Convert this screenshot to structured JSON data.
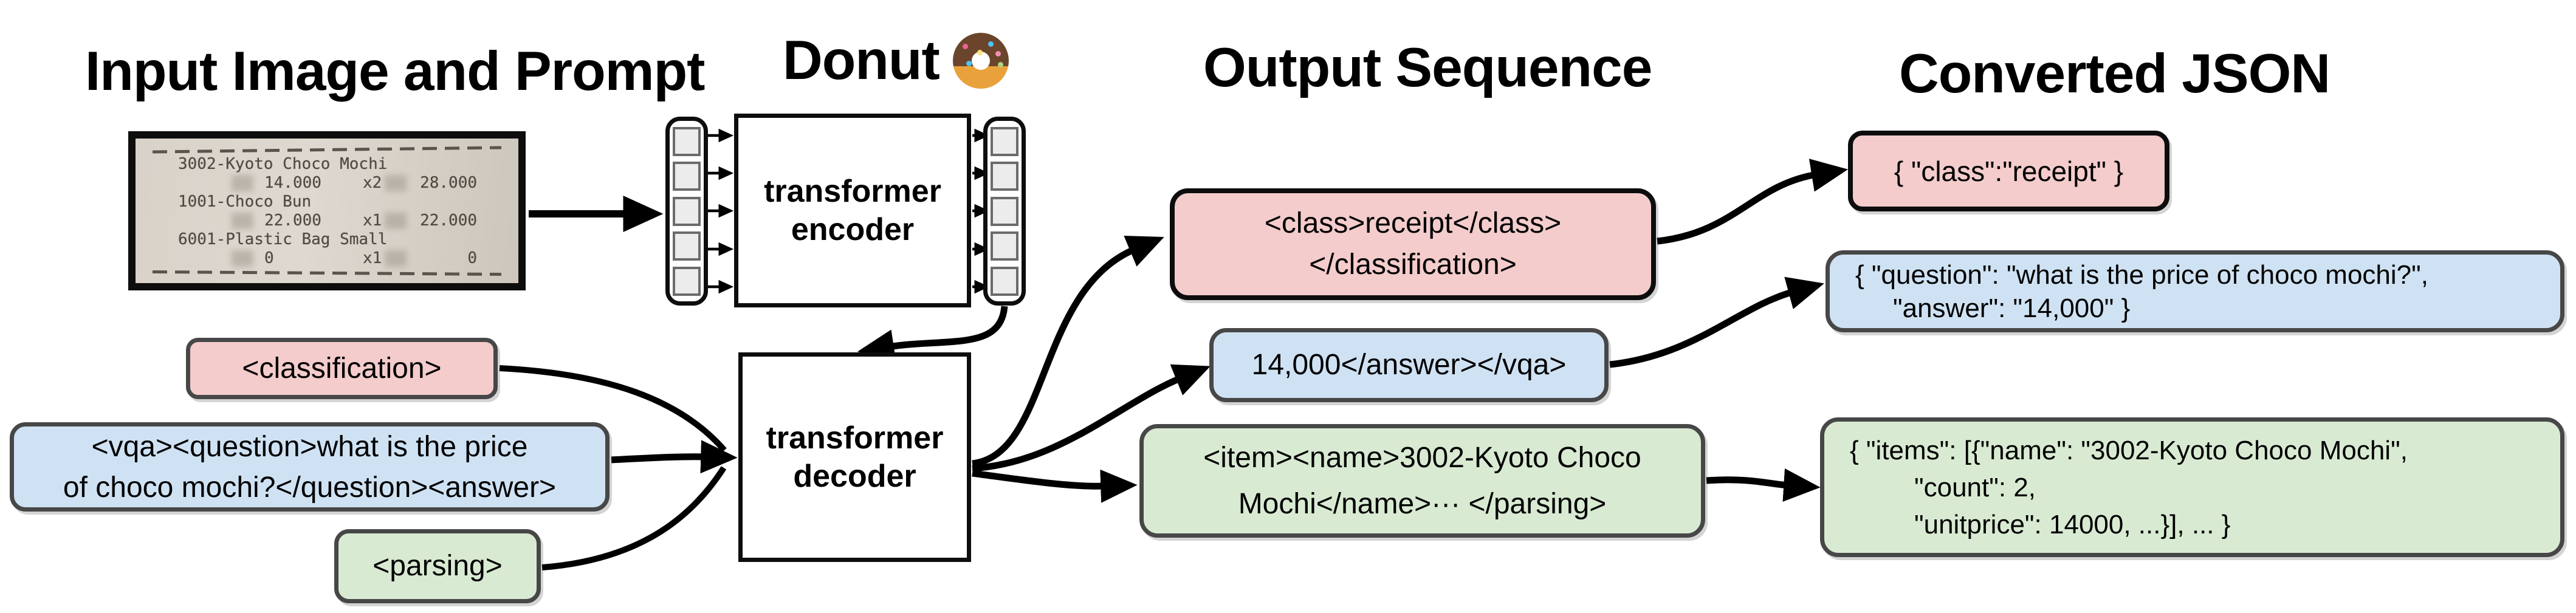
{
  "headers": {
    "input": "Input Image and Prompt",
    "model": "Donut",
    "model_emoji": "donut",
    "output": "Output Sequence",
    "json": "Converted JSON"
  },
  "receipt": {
    "rows": [
      {
        "type": "divider"
      },
      {
        "type": "name",
        "text": "3002-Kyoto Choco Mochi"
      },
      {
        "type": "price",
        "price": "14.000",
        "qty": "x2",
        "total": "28.000"
      },
      {
        "type": "name",
        "text": "1001-Choco Bun"
      },
      {
        "type": "price",
        "price": "22.000",
        "qty": "x1",
        "total": "22.000"
      },
      {
        "type": "name",
        "text": "6001-Plastic Bag Small"
      },
      {
        "type": "price",
        "price": "0",
        "qty": "x1",
        "total": "0"
      },
      {
        "type": "divider"
      }
    ]
  },
  "model": {
    "encoder_label_1": "transformer",
    "encoder_label_2": "encoder",
    "decoder_label_1": "transformer",
    "decoder_label_2": "decoder",
    "patch_count": 5
  },
  "prompts": {
    "classification": "<classification>",
    "vqa_line1": "<vqa><question>what is the price",
    "vqa_line2": "of choco mochi?</question><answer>",
    "parsing": "<parsing>"
  },
  "outputs": {
    "classification_line1": "<class>receipt</class>",
    "classification_line2": "</classification>",
    "vqa": "14,000</answer></vqa>",
    "parsing_line1": "<item><name>3002-Kyoto Choco",
    "parsing_line2": "Mochi</name>··· </parsing>"
  },
  "json_outputs": {
    "classification": "{ \"class\":\"receipt\" }",
    "vqa_line1": "{ \"question\": \"what is the price of choco mochi?\",",
    "vqa_line2": "\"answer\": \"14,000\" }",
    "parsing_line1": "{ \"items\": [{\"name\": \"3002-Kyoto Choco Mochi\",",
    "parsing_line2": "\"count\": 2,",
    "parsing_line3": "\"unitprice\": 14000, ...}], ... }"
  },
  "colors": {
    "classification_fill": "#f4cccc",
    "vqa_fill": "#cfe2f3",
    "parsing_fill": "#d9ead3",
    "box_border": "#474747",
    "highlight_border": "#0d0d0d"
  }
}
